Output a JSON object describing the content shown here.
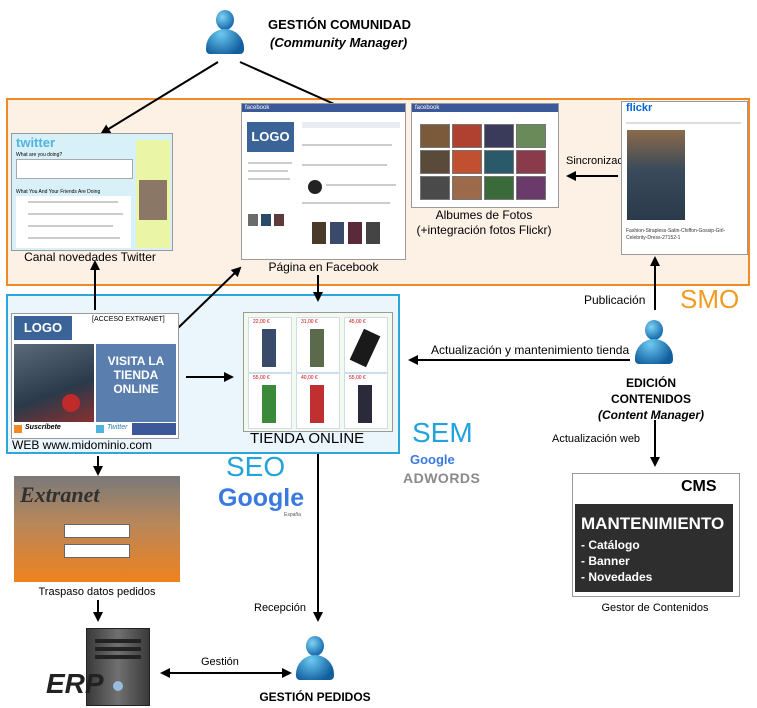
{
  "community_manager": {
    "title": "GESTIÓN COMUNIDAD",
    "subtitle": "(Community Manager)"
  },
  "smo": {
    "label": "SMO",
    "twitter_caption": "Canal novedades Twitter",
    "twitter_logo": "twitter",
    "twitter_prompt": "What are you doing?",
    "twitter_friends": "What You And Your Friends Are Doing",
    "facebook_caption": "Página en Facebook",
    "facebook_brand": "facebook",
    "facebook_logo": "LOGO",
    "albums_caption_1": "Albumes de Fotos",
    "albums_caption_2": "(+integración fotos Flickr)",
    "flickr_brand": "flickr",
    "flickr_photo_caption": "Fashion-Strapless-Satin-Chiffon-Gossip-Girl-Celebrity-Dress-27152-1",
    "sync_label": "Sincronización"
  },
  "web": {
    "logo": "LOGO",
    "extranet_access": "[ACCESO EXTRANET]",
    "visit_1": "VISITA LA",
    "visit_2": "TIENDA",
    "visit_3": "ONLINE",
    "subscribe": "Suscríbete",
    "twitter_small": "Twitter",
    "caption": "WEB www.midominio.com"
  },
  "tienda": {
    "caption": "TIENDA ONLINE",
    "prices": [
      "22,00 €",
      "31,00 €",
      "45,00 €",
      "55,00 €",
      "40,00 €",
      "55,00 €"
    ]
  },
  "sem": {
    "label": "SEM",
    "google": "Google",
    "adwords": "ADWORDS"
  },
  "seo": {
    "label": "SEO",
    "google": "Google",
    "espana": "España"
  },
  "content_manager": {
    "line1": "EDICIÓN",
    "line2": "CONTENIDOS",
    "role": "(Content Manager)"
  },
  "arrows": {
    "publicacion": "Publicación",
    "actualizacion_tienda": "Actualización y mantenimiento tienda",
    "actualizacion_web": "Actualización web",
    "recepcion": "Recepción",
    "gestion": "Gestión"
  },
  "cms": {
    "title": "CMS",
    "heading": "MANTENIMIENTO",
    "items": [
      "- Catálogo",
      "- Banner",
      "- Novedades"
    ],
    "caption": "Gestor de Contenidos"
  },
  "extranet": {
    "title": "Extranet",
    "caption": "Traspaso datos pedidos"
  },
  "erp": {
    "label": "ERP"
  },
  "pedidos": {
    "title": "GESTIÓN PEDIDOS"
  },
  "colors": {
    "smo_border": "#f08a24",
    "smo_fill": "#fdf1e6",
    "web_border": "#2ea6dc",
    "web_fill": "#eaf6fc",
    "seo_blue": "#22a3dd",
    "smo_orange": "#f29b23"
  }
}
